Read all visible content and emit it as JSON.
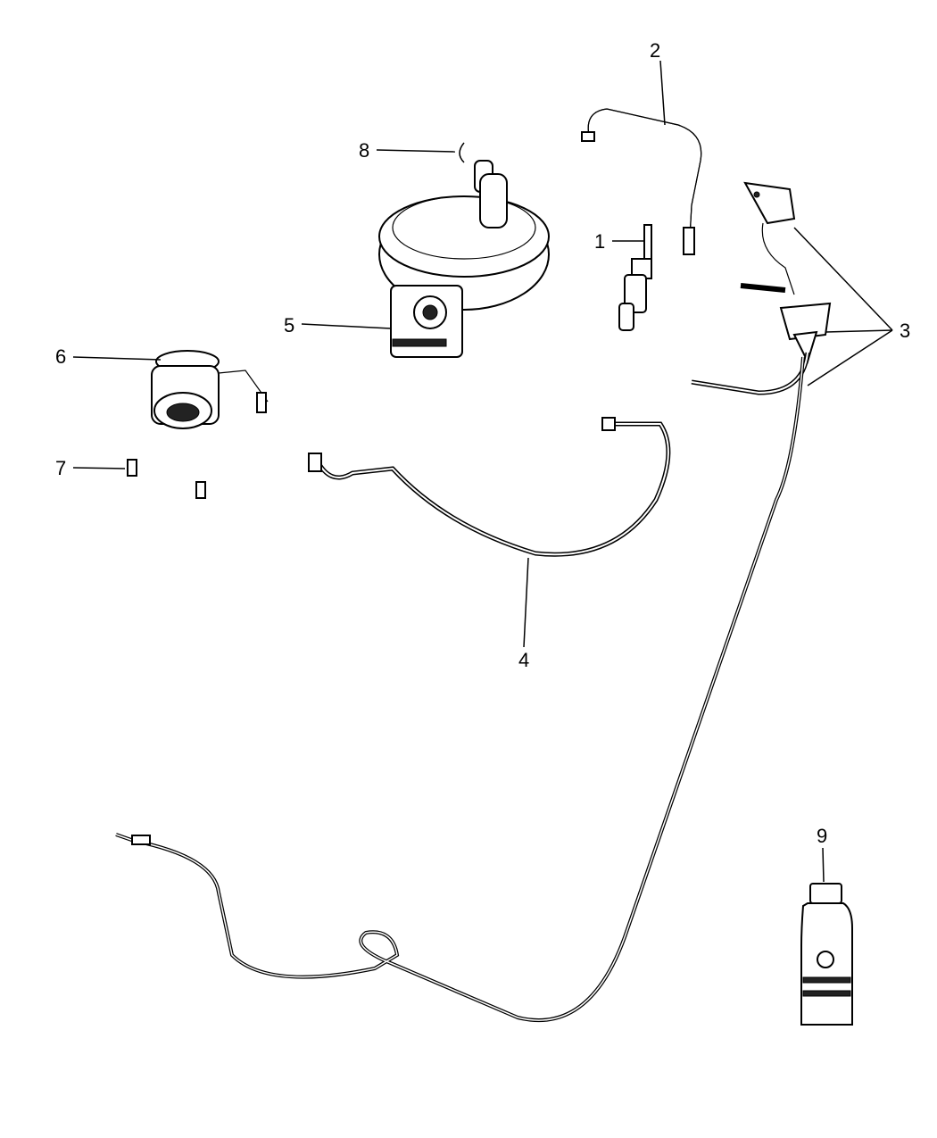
{
  "diagram": {
    "callouts": [
      {
        "number": "1",
        "part": "clutch-master-cylinder-rod"
      },
      {
        "number": "2",
        "part": "clutch-tube"
      },
      {
        "number": "3",
        "part": "clutch-master-cylinder-assembly"
      },
      {
        "number": "4",
        "part": "hydraulic-line"
      },
      {
        "number": "5",
        "part": "brake-booster"
      },
      {
        "number": "6",
        "part": "slave-cylinder"
      },
      {
        "number": "7",
        "part": "bolt"
      },
      {
        "number": "8",
        "part": "clip"
      },
      {
        "number": "9",
        "part": "brake-fluid-bottle"
      }
    ]
  }
}
